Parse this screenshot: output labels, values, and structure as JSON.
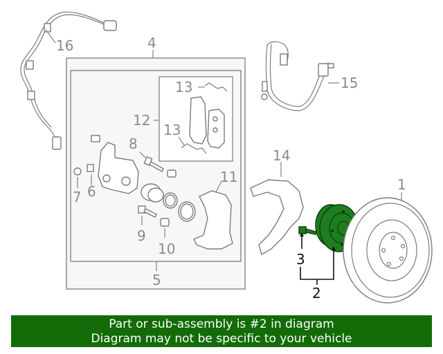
{
  "callouts": {
    "c1": "1",
    "c2": "2",
    "c3": "3",
    "c4": "4",
    "c5": "5",
    "c6": "6",
    "c7": "7",
    "c8": "8",
    "c9": "9",
    "c10": "10",
    "c11": "11",
    "c12": "12",
    "c13a": "13",
    "c13b": "13",
    "c14": "14",
    "c15": "15",
    "c16": "16"
  },
  "banner": {
    "line1": "Part or sub-assembly is #2 in diagram",
    "line2": "Diagram may not be specific to your vehicle"
  },
  "colors": {
    "highlight": "#1e7d1e",
    "banner_bg": "#136b07",
    "banner_text": "#ffffff",
    "linework": "#7a7a7a"
  }
}
